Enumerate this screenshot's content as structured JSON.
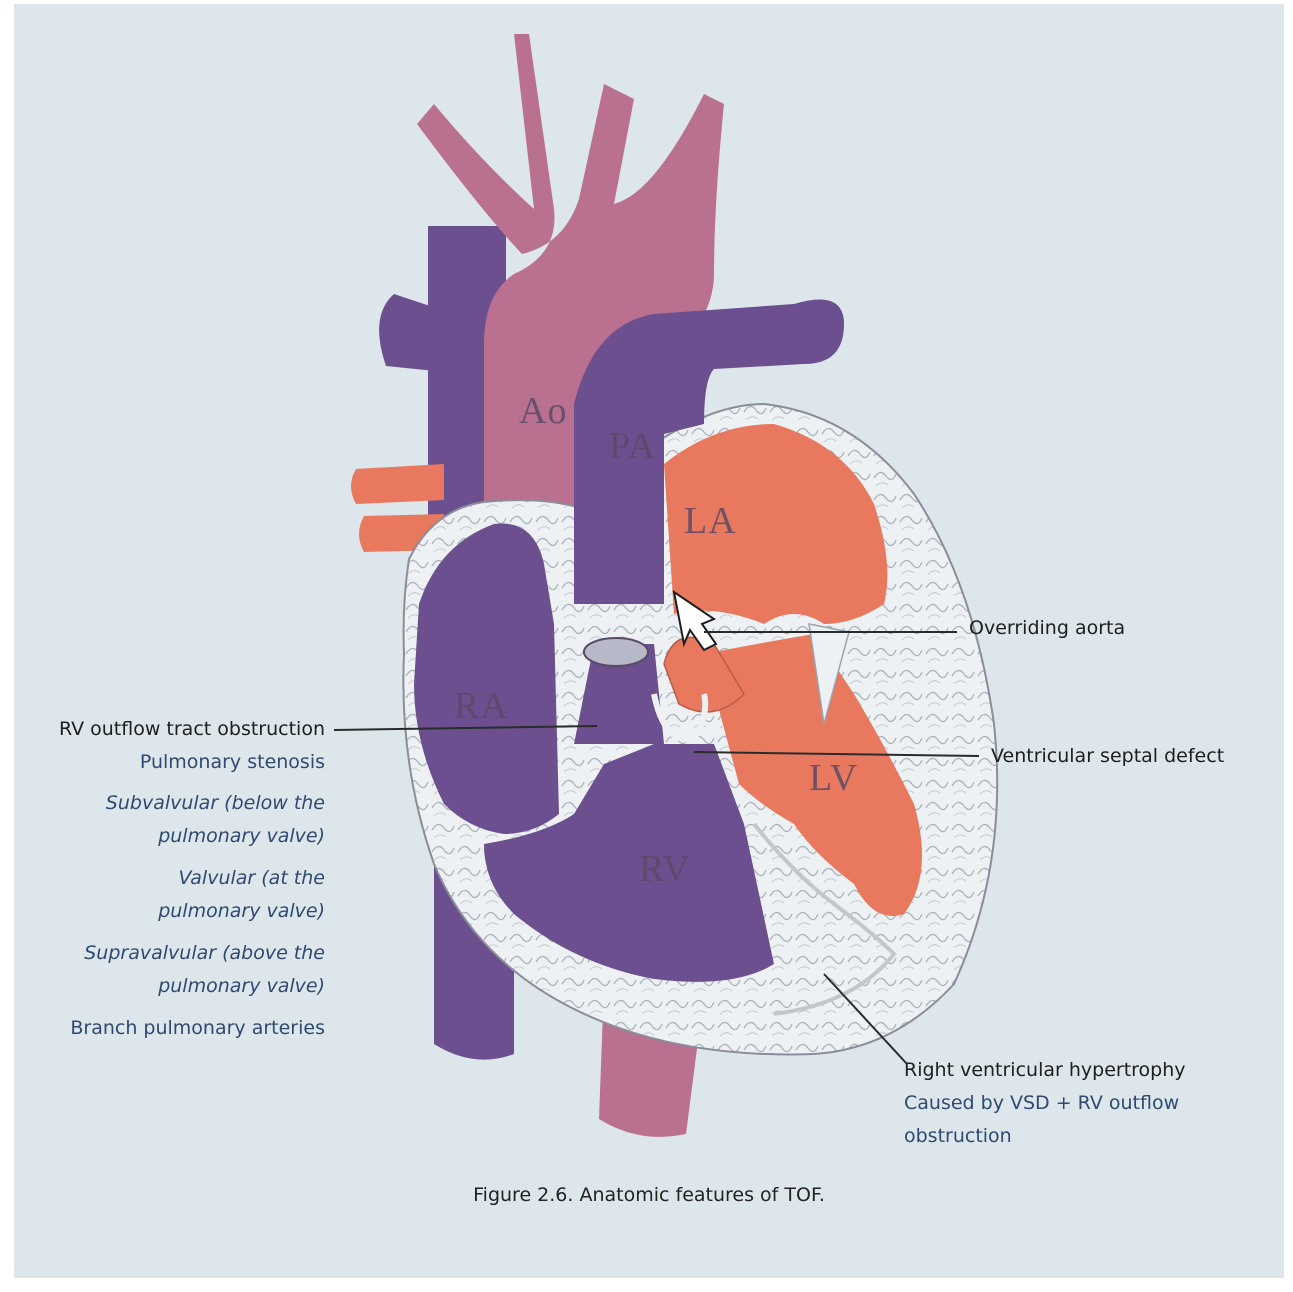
{
  "chambers": {
    "ao": "Ao",
    "pa": "PA",
    "la": "LA",
    "ra": "RA",
    "lv": "LV",
    "rv": "RV"
  },
  "annotations": {
    "overriding_aorta": "Overriding aorta",
    "vsd": "Ventricular septal defect",
    "rvh_title": "Right ventricular hypertrophy",
    "rvh_cause_1": "Caused by VSD + RV outflow",
    "rvh_cause_2": "obstruction",
    "rvot_title": "RV outflow tract obstruction",
    "pulmonary_stenosis": "Pulmonary stenosis",
    "subvalvular_1": "Subvalvular (below the",
    "subvalvular_2": "pulmonary valve)",
    "valvular_1": "Valvular (at the",
    "valvular_2": "pulmonary valve)",
    "supravalvular_1": "Supravalvular (above the",
    "supravalvular_2": "pulmonary valve)",
    "branch": "Branch pulmonary arteries"
  },
  "caption": "Figure 2.6. Anatomic features of TOF.",
  "colors": {
    "background": "#dde6ea",
    "deoxygenated": "#6b4f8f",
    "aorta": "#b9718f",
    "oxygenated": "#e8785e",
    "myocardium": "#f1f3f5",
    "label_dark": "#1e1e1e",
    "label_blue": "#2e4a72"
  }
}
